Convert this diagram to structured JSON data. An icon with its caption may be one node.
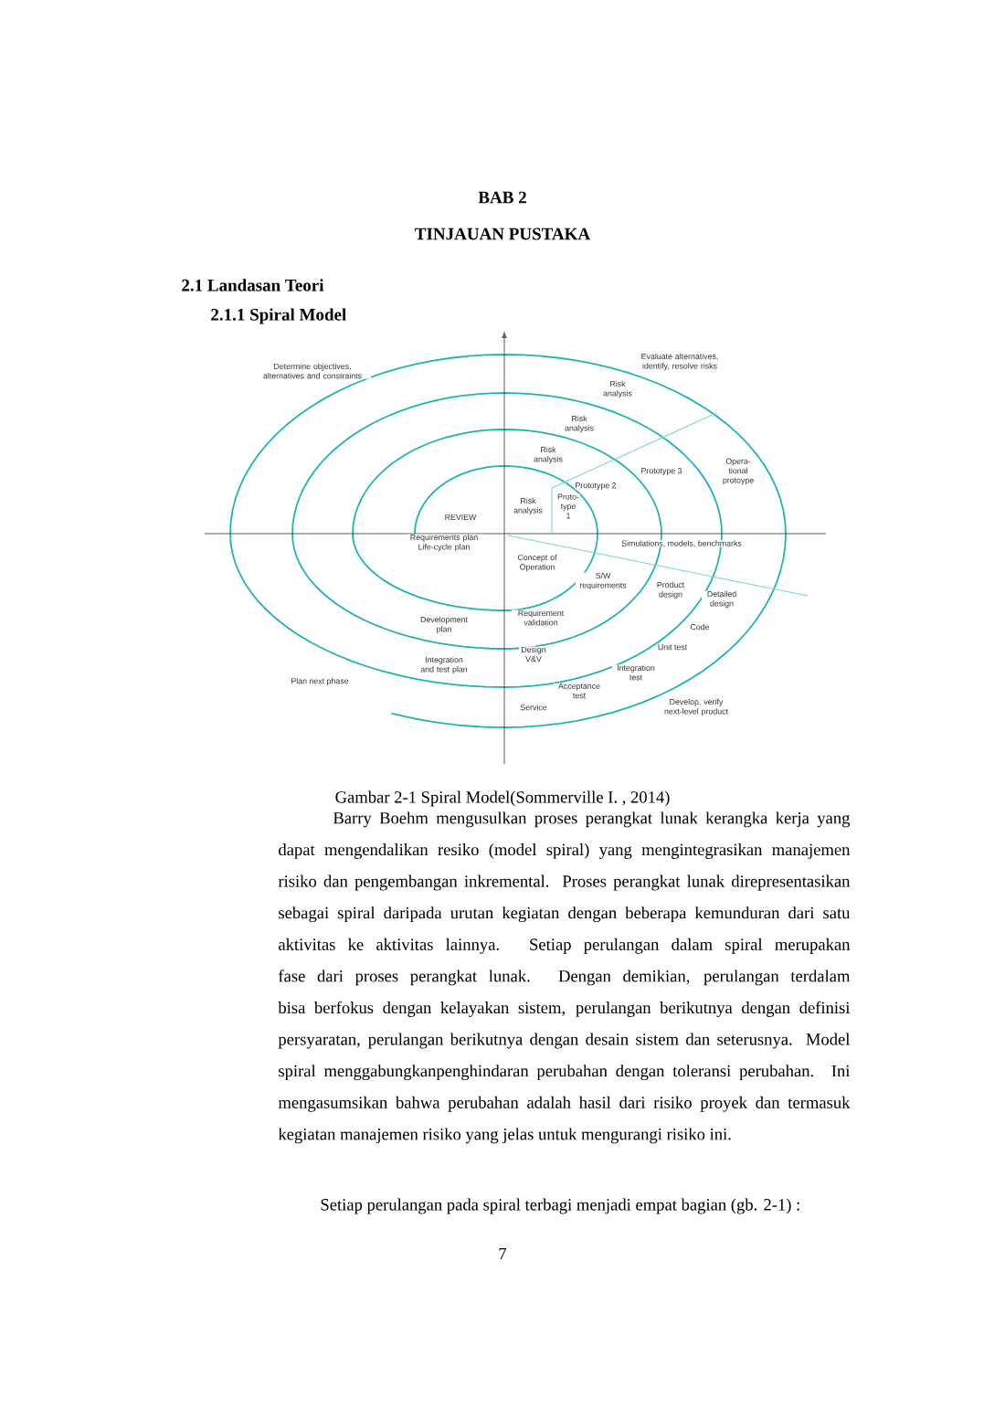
{
  "diagram": {
    "caption": "Gambar 2-1 Spiral Model(Sommerville I. , 2014)",
    "labels": [
      "BAB 2",
      "TINJAUAN PUSTAKA",
      "2.1 Landasan Teori",
      "2.1.1 Spiral Model",
      "Determine objectives, alternatives and constraints",
      "Evaluate alternatives, identify, resolve risks",
      "Risk analysis",
      "Risk analysis",
      "Risk analysis",
      "Opera-tional protoype",
      "Prototype 3",
      "Prototype 2",
      "REVIEW",
      "Risk analysis",
      "Proto-type 1",
      "Requirements plan Life-cycle plan",
      "Simulations, models, benchmarks",
      "Concept of Operation",
      "S/W requirements",
      "Product design",
      "Detailed design",
      "Development plan",
      "Requirement validation",
      "Code",
      "Unit test",
      "Design V&V",
      "Integration and test plan",
      "Integration test",
      "Plan next phase",
      "Acceptance test",
      "Service",
      "Develop, verify next-level product",
      "Barry Boehm mengusulkan proses perangkat lunak kerangka kerja yang dapat mengendalikan resiko (model spiral) yang mengintegrasikan manajemen risiko dan pengembangan inkremental. Proses perangkat lunak direpresentasikan sebagai spiral daripada urutan kegiatan dengan beberapa kemunduran dari satu aktivitas ke aktivitas lainnya. Setiap perulangan dalam spiral merupakan fase dari proses perangkat lunak. Dengan demikian, perulangan terdalam bisa berfokus dengan kelayakan sistem, perulangan berikutnya dengan definisi persyaratan, perulangan berikutnya dengan desain sistem dan seterusnya. Model spiral menggabungkanpenghindaran perubahan dengan toleransi perubahan. Ini mengasumsikan bahwa perubahan adalah hasil dari risiko proyek dan termasuk kegiatan manajemen risiko yang jelas untuk mengurangi risiko ini.",
      "Setiap perulangan pada spiral terbagi menjadi empat bagian (gb. 2-1) :",
      "7"
    ]
  }
}
